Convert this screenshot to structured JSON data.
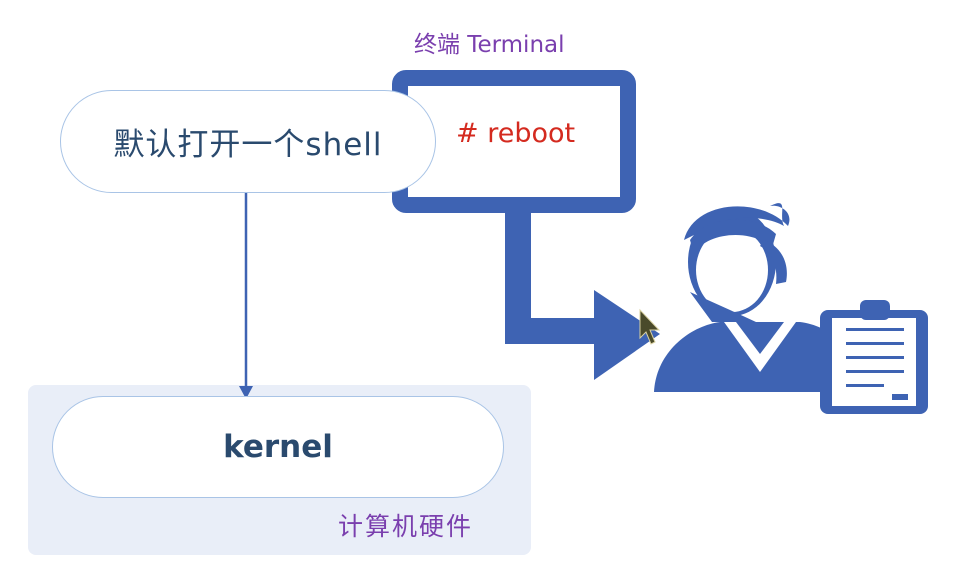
{
  "nodes": {
    "shell": "默认打开一个shell",
    "kernel": "kernel"
  },
  "labels": {
    "hardware": "计算机硬件",
    "terminal": "终端 Terminal",
    "command": "# reboot"
  },
  "colors": {
    "primary_blue": "#3e63b3",
    "pill_border": "#a9c4e6",
    "hardware_bg": "#e9eef8",
    "label_purple": "#7a3fae",
    "command_red": "#d42a1f"
  },
  "icons": {
    "user": "user-icon",
    "clipboard": "clipboard-icon",
    "cursor": "mouse-cursor-icon"
  }
}
